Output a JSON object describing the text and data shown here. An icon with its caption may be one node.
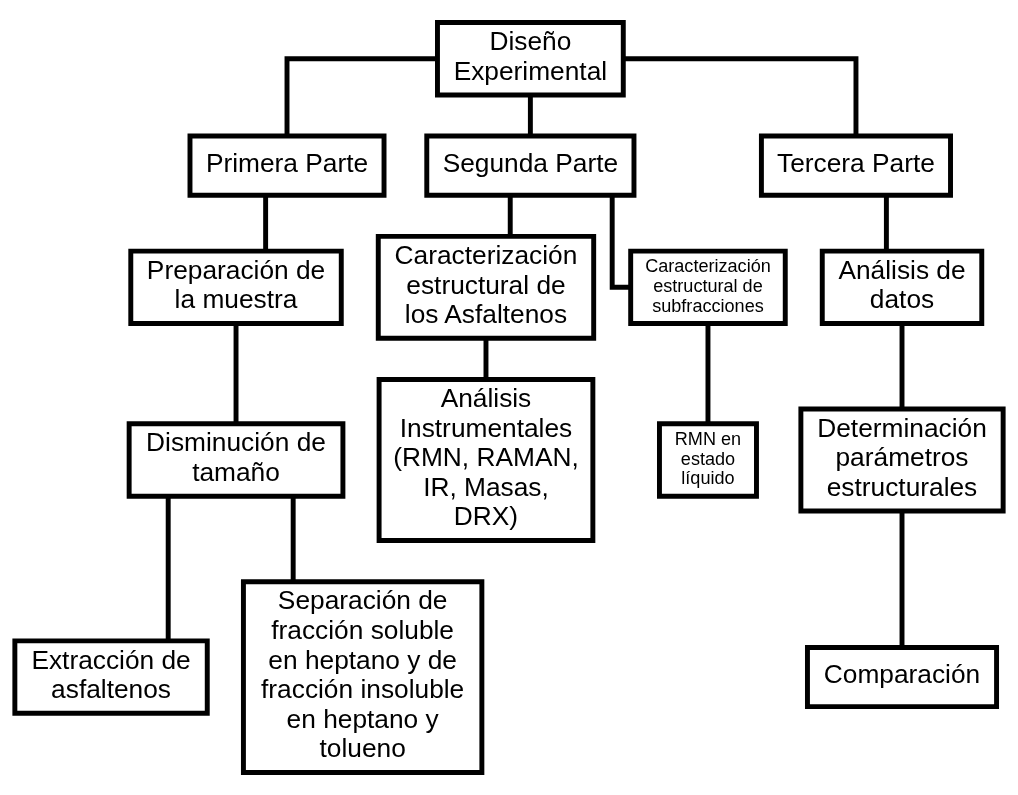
{
  "diagram": {
    "nodes": [
      {
        "text": [
          "Diseño Experimental"
        ]
      },
      {
        "text": [
          "Primera Parte"
        ]
      },
      {
        "text": [
          "Segunda Parte"
        ]
      },
      {
        "text": [
          "Tercera Parte"
        ]
      },
      {
        "text": [
          "Preparación de la muestra"
        ]
      },
      {
        "text": [
          "Disminución de tamaño"
        ]
      },
      {
        "text": [
          "Extracción de asfaltenos"
        ]
      },
      {
        "text": [
          "Separación de fracción soluble en heptano y de fracción insoluble en heptano y tolueno"
        ]
      },
      {
        "text": [
          "Caracterización estructural de los Asfaltenos"
        ]
      },
      {
        "text": [
          "Caracterización estructural de subfracciones"
        ]
      },
      {
        "text": [
          "Análisis Instrumentales (RMN, RAMAN, IR, Masas, DRX)"
        ]
      },
      {
        "text": [
          "RMN en estado líquido"
        ]
      },
      {
        "text": [
          "Análisis de datos"
        ]
      },
      {
        "text": [
          "Determinación parámetros estructurales"
        ]
      },
      {
        "text": [
          "Comparación"
        ]
      }
    ],
    "edges": [
      {
        "from": 0,
        "to": 1,
        "arrow": "none"
      },
      {
        "from": 0,
        "to": 2,
        "arrow": "none"
      },
      {
        "from": 0,
        "to": 3,
        "arrow": "none"
      },
      {
        "from": 1,
        "to": 4,
        "arrow": "none"
      },
      {
        "from": 4,
        "to": 5,
        "arrow": "none"
      },
      {
        "from": 5,
        "to": 6,
        "arrow": "none"
      },
      {
        "from": 5,
        "to": 7,
        "arrow": "none"
      },
      {
        "from": 2,
        "to": 8,
        "arrow": "none"
      },
      {
        "from": 2,
        "to": 9,
        "arrow": "none"
      },
      {
        "from": 8,
        "to": 10,
        "arrow": "none"
      },
      {
        "from": 9,
        "to": 11,
        "arrow": "none"
      },
      {
        "from": 3,
        "to": 12,
        "arrow": "none"
      },
      {
        "from": 12,
        "to": 13,
        "arrow": "none"
      },
      {
        "from": 13,
        "to": 14,
        "arrow": "none"
      }
    ]
  }
}
